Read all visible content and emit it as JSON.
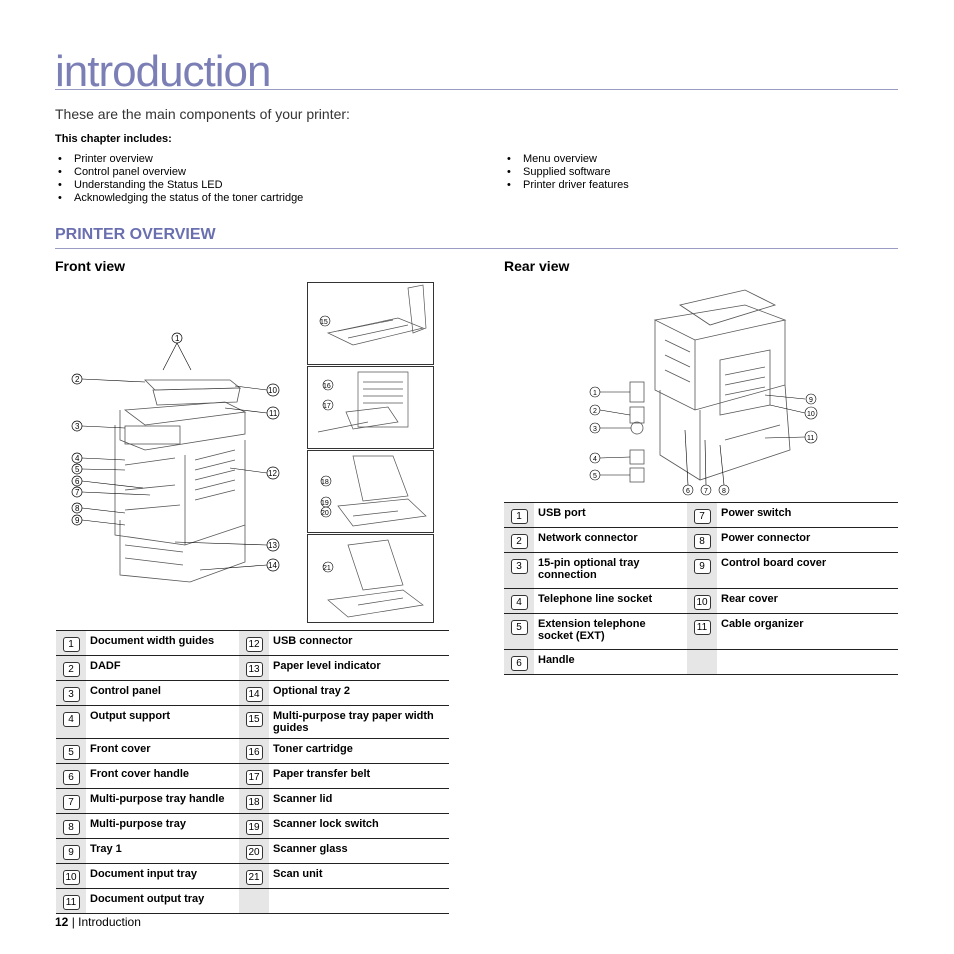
{
  "header": {
    "title": "introduction",
    "subtitle": "These are the main components of your printer:",
    "includes_heading": "This chapter includes:"
  },
  "toc_left": [
    "Printer overview",
    "Control panel overview",
    "Understanding the Status LED",
    "Acknowledging the status of the toner cartridge"
  ],
  "toc_right": [
    "Menu overview",
    "Supplied software",
    "Printer driver features"
  ],
  "section_title": "PRINTER OVERVIEW",
  "front": {
    "heading": "Front view",
    "rows": [
      {
        "n1": "1",
        "l1": "Document width guides",
        "n2": "12",
        "l2": "USB connector"
      },
      {
        "n1": "2",
        "l1": "DADF",
        "n2": "13",
        "l2": "Paper level indicator"
      },
      {
        "n1": "3",
        "l1": "Control panel",
        "n2": "14",
        "l2": "Optional tray 2"
      },
      {
        "n1": "4",
        "l1": "Output support",
        "n2": "15",
        "l2": "Multi-purpose tray paper width guides"
      },
      {
        "n1": "5",
        "l1": "Front cover",
        "n2": "16",
        "l2": "Toner cartridge"
      },
      {
        "n1": "6",
        "l1": "Front cover handle",
        "n2": "17",
        "l2": "Paper transfer belt"
      },
      {
        "n1": "7",
        "l1": "Multi-purpose tray handle",
        "n2": "18",
        "l2": "Scanner lid"
      },
      {
        "n1": "8",
        "l1": "Multi-purpose tray",
        "n2": "19",
        "l2": "Scanner lock switch"
      },
      {
        "n1": "9",
        "l1": "Tray 1",
        "n2": "20",
        "l2": "Scanner glass"
      },
      {
        "n1": "10",
        "l1": "Document input tray",
        "n2": "21",
        "l2": "Scan unit"
      },
      {
        "n1": "11",
        "l1": "Document output tray",
        "n2": "",
        "l2": ""
      }
    ]
  },
  "rear": {
    "heading": "Rear view",
    "rows": [
      {
        "n1": "1",
        "l1": "USB port",
        "n2": "7",
        "l2": "Power switch"
      },
      {
        "n1": "2",
        "l1": "Network connector",
        "n2": "8",
        "l2": "Power connector"
      },
      {
        "n1": "3",
        "l1": "15-pin optional tray connection",
        "n2": "9",
        "l2": "Control board cover"
      },
      {
        "n1": "4",
        "l1": "Telephone line socket",
        "n2": "10",
        "l2": "Rear cover"
      },
      {
        "n1": "5",
        "l1": "Extension telephone socket (EXT)",
        "n2": "11",
        "l2": "Cable organizer"
      },
      {
        "n1": "6",
        "l1": "Handle",
        "n2": "",
        "l2": ""
      }
    ]
  },
  "footer": {
    "page": "12",
    "separator": " | ",
    "chapter": "Introduction"
  },
  "colors": {
    "accent": "#6a6fb0",
    "title": "#7b7fb6",
    "rule": "#9a9cc4",
    "cell_shade": "#e6e6e6"
  }
}
